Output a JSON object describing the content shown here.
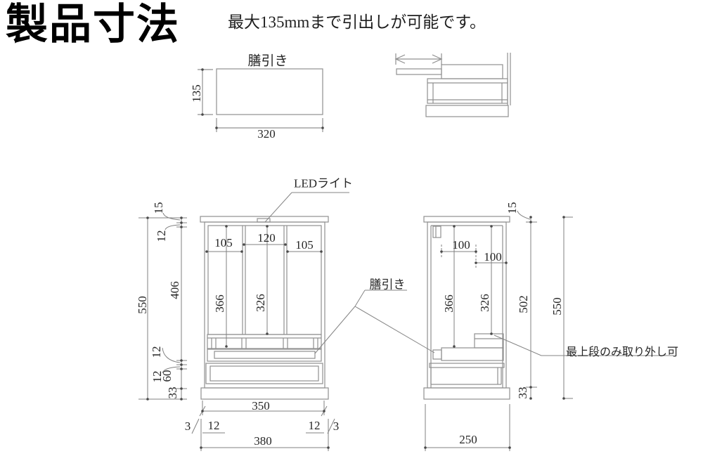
{
  "title": "製品寸法",
  "note": "最大135mmまで引出しが可能です。",
  "colors": {
    "drawing_line": "#909090",
    "dimension_line": "#818181",
    "text": "#262626",
    "title": "#000000"
  },
  "tray_diagram": {
    "label": "膳引き",
    "height_mm": "135",
    "width_mm": "320"
  },
  "annotations": {
    "led": "LEDライト",
    "tray": "膳引き",
    "removable_shelf": "最上段のみ取り外し可"
  },
  "front_view": {
    "total_height": "550",
    "cap_height": "15",
    "top_rail": "12",
    "interior_height": "406",
    "shelf_thickness": "12",
    "mid_rail": "12",
    "drawer_height": "60",
    "base_height": "33",
    "left_width": "105",
    "center_width": "120",
    "right_width": "105",
    "left_section_height": "366",
    "center_section_height": "326",
    "inner_width": "350",
    "outer_width": "380",
    "left_gap": "3",
    "left_wall": "12",
    "right_wall": "12",
    "right_gap": "3"
  },
  "side_view": {
    "cap_height": "15",
    "body_height": "502",
    "total_height": "550",
    "base_height": "33",
    "front_depth": "100",
    "back_depth": "100",
    "left_section_height": "366",
    "right_section_height": "326",
    "outer_depth": "250"
  }
}
